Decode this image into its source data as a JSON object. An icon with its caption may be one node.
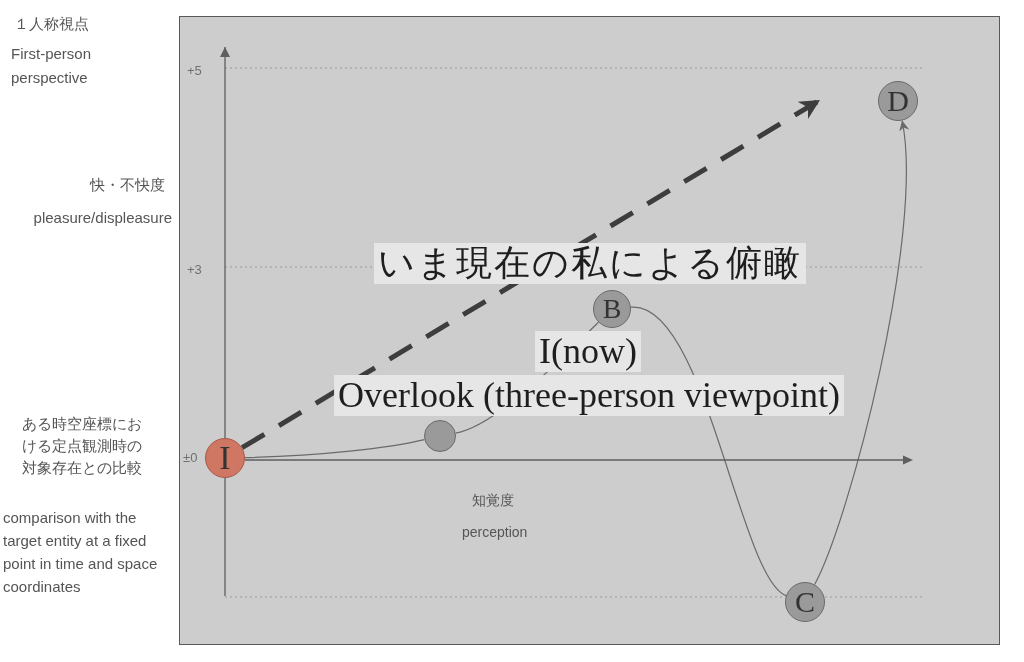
{
  "diagram": {
    "nodes": [
      {
        "text": [
          "I"
        ]
      },
      {
        "text": [],
        "shape": "circle"
      },
      {
        "text": [
          "B"
        ]
      },
      {
        "text": [
          "C"
        ]
      },
      {
        "text": [
          "D"
        ]
      }
    ],
    "edges": [
      {
        "from": 0,
        "to": 1,
        "arrow": "none"
      },
      {
        "from": 1,
        "to": 2,
        "arrow": "none"
      },
      {
        "from": 2,
        "to": 3,
        "arrow": "none"
      },
      {
        "from": 3,
        "to": 4,
        "arrow": "to"
      },
      {
        "from": 0,
        "to": null,
        "arrow": "to",
        "style": "dashed",
        "color": "#3d3d3d"
      }
    ],
    "labels": [
      "１人称視点",
      "First-person perspective",
      "+5",
      "快・不快度",
      "pleasure/displeasure",
      "いま現在の私による俯瞰",
      "+3",
      "I(now)",
      "Overlook (three-person viewpoint)",
      "ある時空座標における定点観測時の対象存在との比較",
      "±0",
      "知覚度",
      "comparison with the target entity at a fixed point in time and space coordinates",
      "perception"
    ]
  }
}
